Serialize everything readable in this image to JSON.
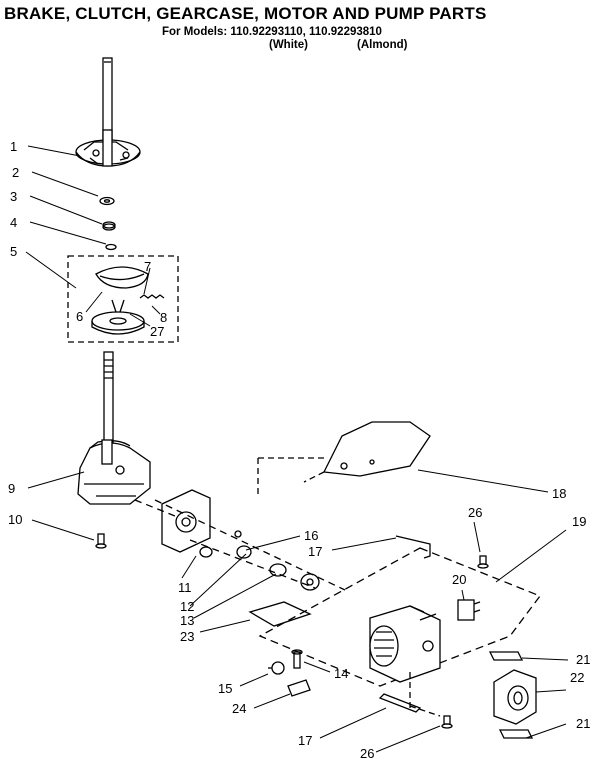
{
  "header": {
    "title": "BRAKE, CLUTCH, GEARCASE, MOTOR AND PUMP PARTS",
    "models_line": "For Models: 110.92293110, 110.92293810",
    "color_white": "(White)",
    "color_almond": "(Almond)"
  },
  "callouts": [
    "1",
    "2",
    "3",
    "4",
    "5",
    "6",
    "7",
    "8",
    "27",
    "9",
    "10",
    "11",
    "12",
    "13",
    "23",
    "16",
    "17",
    "18",
    "26",
    "19",
    "20",
    "21",
    "22",
    "21",
    "14",
    "15",
    "24",
    "17",
    "26"
  ]
}
